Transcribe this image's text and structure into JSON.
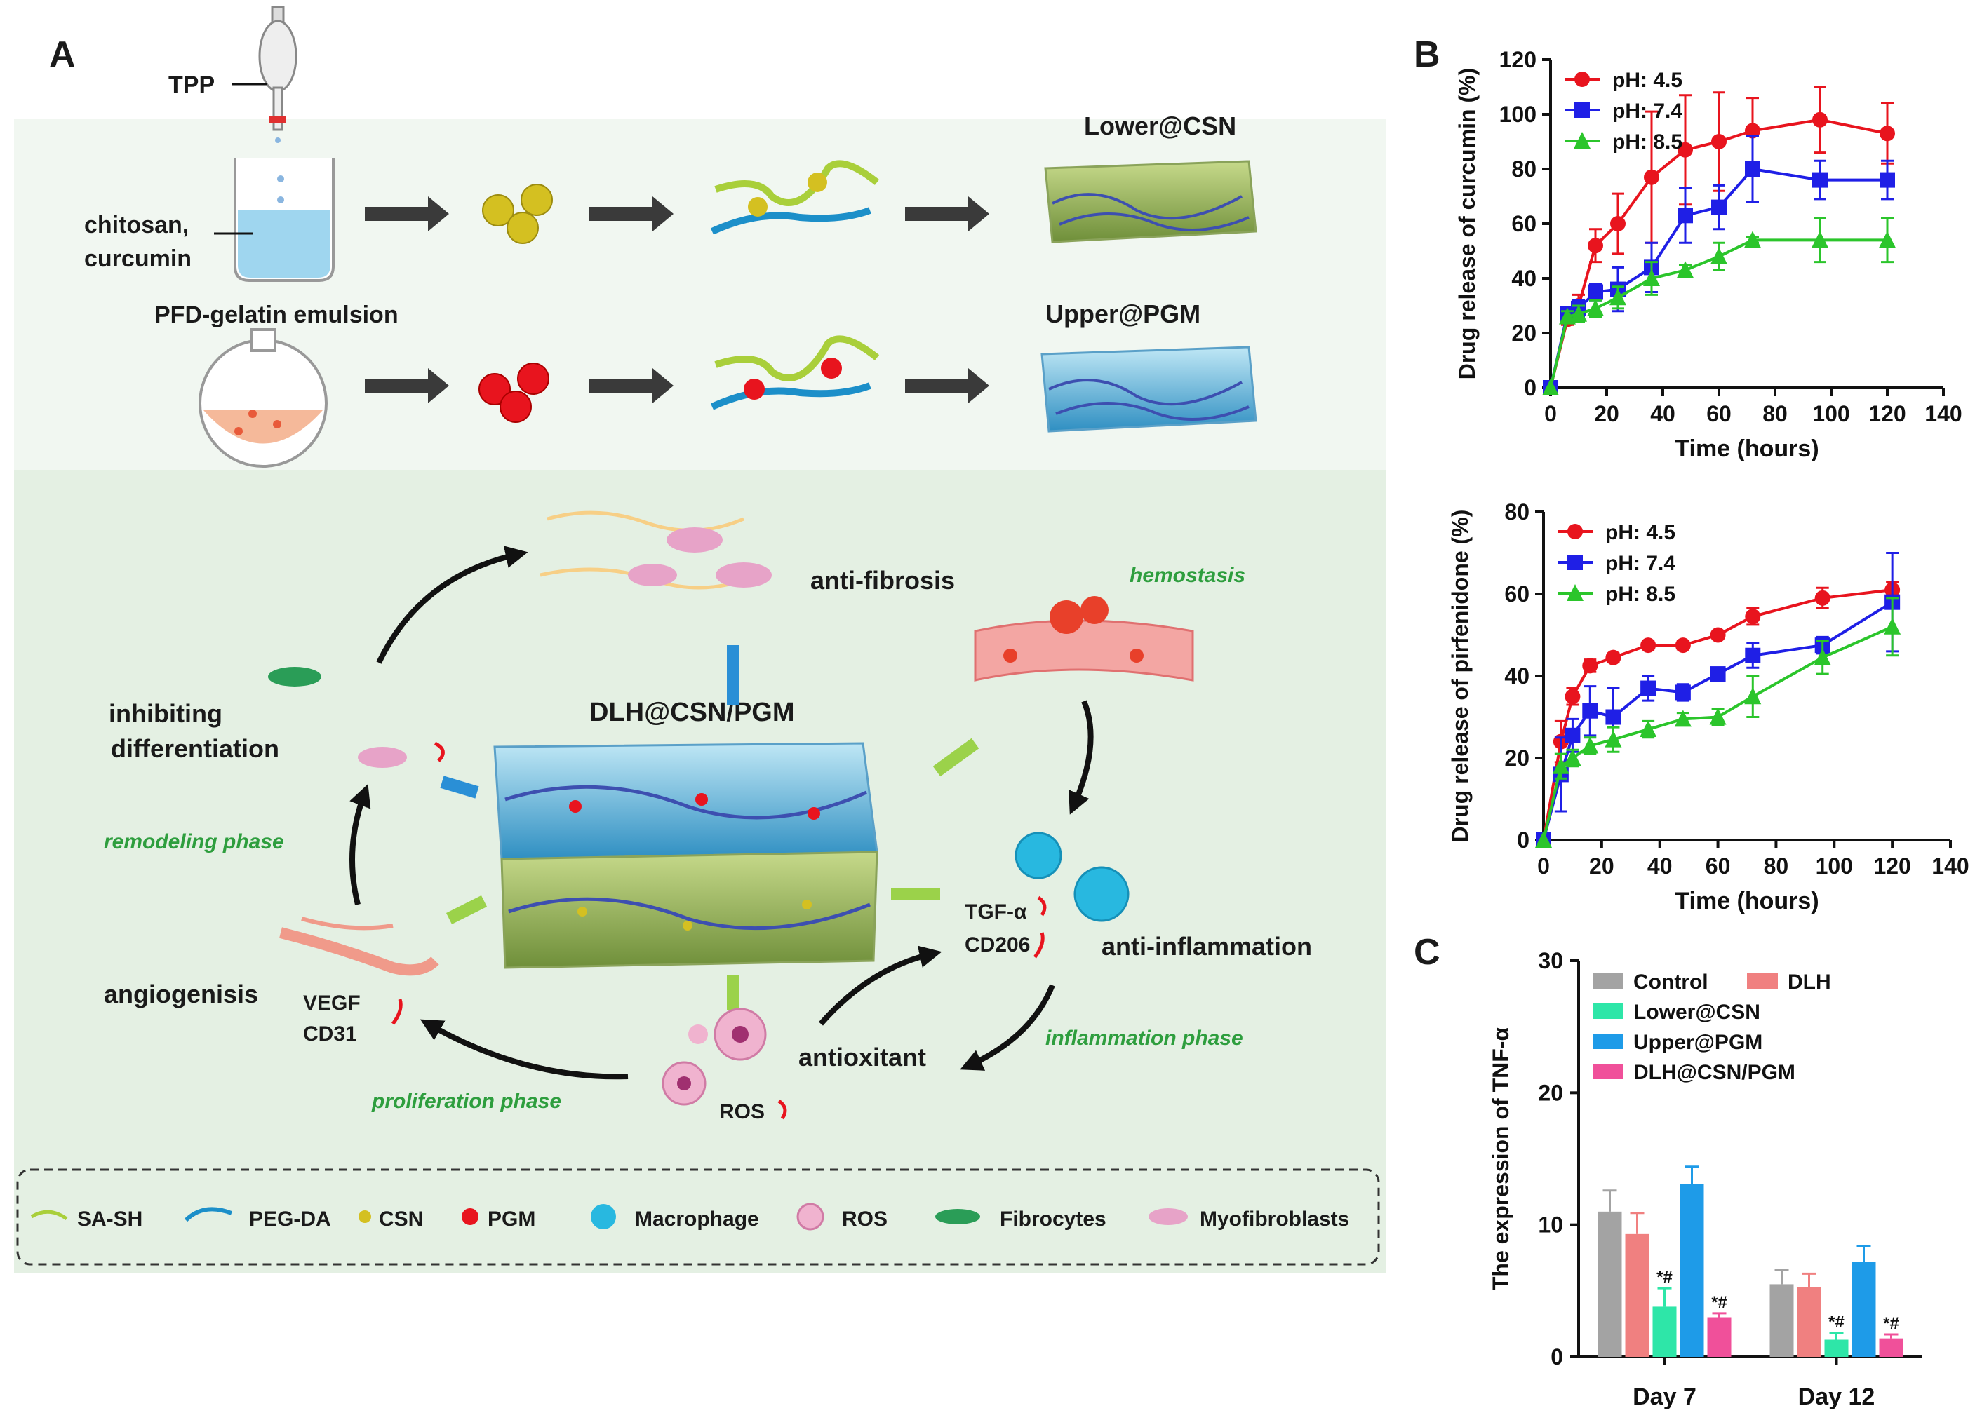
{
  "panelA": {
    "label": "A",
    "tpp": "TPP",
    "chitosan_line1": "chitosan,",
    "chitosan_line2": "curcumin",
    "emulsion": "PFD-gelatin emulsion",
    "lower": "Lower@CSN",
    "upper": "Upper@PGM",
    "dlh": "DLH@CSN/PGM",
    "anti_fibrosis": "anti-fibrosis",
    "hemostasis": "hemostasis",
    "inhibiting1": "inhibiting",
    "inhibiting2": "differentiation",
    "remodeling": "remodeling phase",
    "angiogenesis": "angiogenisis",
    "vegf": "VEGF",
    "cd31": "CD31",
    "proliferation": "proliferation phase",
    "ros": "ROS",
    "antioxidant": "antioxitant",
    "tgf": "TGF-α",
    "cd206": "CD206",
    "anti_inflammation": "anti-inflammation",
    "inflammation": "inflammation phase",
    "legend": [
      "SA-SH",
      "PEG-DA",
      "CSN",
      "PGM",
      "Macrophage",
      "ROS",
      "Fibrocytes",
      "Myofibroblasts"
    ]
  },
  "panelB_label": "B",
  "panelC_label": "C",
  "colors": {
    "red": "#e8141e",
    "blue": "#1f1fe6",
    "green": "#2bc52b",
    "gray": "#a3a3a3",
    "salmon": "#f08080",
    "mint": "#2ee6a8",
    "sky": "#1e9be8",
    "pink": "#f0509a",
    "bg": "#e9f3e9"
  },
  "chart_data": [
    {
      "type": "line",
      "xlabel": "Time (hours)",
      "ylabel": "Drug release of curcumin (%)",
      "xlim": [
        0,
        140
      ],
      "ylim": [
        0,
        120
      ],
      "xticks": [
        "0",
        "20",
        "40",
        "60",
        "80",
        "100",
        "120",
        "140"
      ],
      "yticks": [
        "0",
        "20",
        "40",
        "60",
        "80",
        "100",
        "120"
      ],
      "legend_position": "top-left",
      "series": [
        {
          "name": "pH: 4.5",
          "marker": "circle",
          "color": "#e8141e",
          "x": [
            0,
            6,
            10,
            16,
            24,
            36,
            48,
            60,
            72,
            96,
            120
          ],
          "y": [
            0,
            25,
            30,
            52,
            60,
            77,
            87,
            90,
            94,
            98,
            93
          ],
          "err": [
            0,
            2,
            4,
            6,
            11,
            24,
            20,
            18,
            12,
            12,
            11
          ]
        },
        {
          "name": "pH: 7.4",
          "marker": "square",
          "color": "#1f1fe6",
          "x": [
            0,
            6,
            10,
            16,
            24,
            36,
            48,
            60,
            72,
            96,
            120
          ],
          "y": [
            0,
            27,
            29,
            35,
            36,
            44,
            63,
            66,
            80,
            76,
            76
          ],
          "err": [
            0,
            2,
            3,
            3,
            8,
            9,
            10,
            8,
            12,
            7,
            7
          ]
        },
        {
          "name": "pH: 8.5",
          "marker": "triangle",
          "color": "#2bc52b",
          "x": [
            0,
            6,
            10,
            16,
            24,
            36,
            48,
            60,
            72,
            96,
            120
          ],
          "y": [
            0,
            26,
            27,
            29,
            33,
            40,
            43,
            48,
            54,
            54,
            54
          ],
          "err": [
            0,
            2,
            3,
            3,
            4,
            6,
            2,
            5,
            1,
            8,
            8
          ]
        }
      ]
    },
    {
      "type": "line",
      "xlabel": "Time (hours)",
      "ylabel": "Drug release of pirfenidone (%)",
      "xlim": [
        0,
        140
      ],
      "ylim": [
        0,
        80
      ],
      "xticks": [
        "0",
        "20",
        "40",
        "60",
        "80",
        "100",
        "120",
        "140"
      ],
      "yticks": [
        "0",
        "20",
        "40",
        "60",
        "80"
      ],
      "legend_position": "top-left",
      "series": [
        {
          "name": "pH: 4.5",
          "marker": "circle",
          "color": "#e8141e",
          "x": [
            0,
            6,
            10,
            16,
            24,
            36,
            48,
            60,
            72,
            96,
            120
          ],
          "y": [
            0,
            24,
            35,
            42.5,
            44.5,
            47.5,
            47.5,
            50,
            54.5,
            59,
            61
          ],
          "err": [
            0,
            5,
            2,
            1.5,
            1,
            1,
            1,
            1,
            2,
            2.5,
            2
          ]
        },
        {
          "name": "pH: 7.4",
          "marker": "square",
          "color": "#1f1fe6",
          "x": [
            0,
            6,
            10,
            16,
            24,
            36,
            48,
            60,
            72,
            96,
            120
          ],
          "y": [
            0,
            16,
            25.5,
            31.5,
            30,
            37,
            36,
            40.5,
            45,
            47.5,
            58
          ],
          "err": [
            0,
            9,
            4,
            6,
            7,
            3,
            2,
            1.5,
            3,
            2,
            12
          ]
        },
        {
          "name": "pH: 8.5",
          "marker": "triangle",
          "color": "#2bc52b",
          "x": [
            0,
            6,
            10,
            16,
            24,
            36,
            48,
            60,
            72,
            96,
            120
          ],
          "y": [
            0,
            18,
            20,
            23,
            24.5,
            27,
            29.5,
            30,
            35,
            44.5,
            52
          ],
          "err": [
            0,
            3,
            2,
            2,
            3,
            2,
            1.5,
            2,
            5,
            4,
            7
          ]
        }
      ]
    },
    {
      "type": "bar",
      "ylabel": "The expression of TNF-α",
      "ylim": [
        0,
        30
      ],
      "yticks": [
        "0",
        "10",
        "20",
        "30"
      ],
      "categories": [
        "Day 7",
        "Day 12"
      ],
      "legend_position": "top-left",
      "series": [
        {
          "name": "Control",
          "color": "#a3a3a3",
          "values": [
            11,
            5.5
          ],
          "err": [
            1.6,
            1.1
          ],
          "annotation": [
            "",
            ""
          ]
        },
        {
          "name": "DLH",
          "color": "#f08080",
          "values": [
            9.3,
            5.3
          ],
          "err": [
            1.6,
            1.0
          ],
          "annotation": [
            "",
            ""
          ]
        },
        {
          "name": "Lower@CSN",
          "color": "#2ee6a8",
          "values": [
            3.8,
            1.3
          ],
          "err": [
            1.4,
            0.5
          ],
          "annotation": [
            "*#",
            "*#"
          ]
        },
        {
          "name": "Upper@PGM",
          "color": "#1e9be8",
          "values": [
            13.1,
            7.2
          ],
          "err": [
            1.3,
            1.2
          ],
          "annotation": [
            "",
            ""
          ]
        },
        {
          "name": "DLH@CSN/PGM",
          "color": "#f0509a",
          "values": [
            3.0,
            1.4
          ],
          "err": [
            0.3,
            0.3
          ],
          "annotation": [
            "*#",
            "*#"
          ]
        }
      ]
    }
  ]
}
